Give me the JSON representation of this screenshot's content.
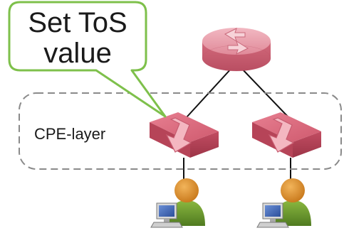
{
  "callout": {
    "line1": "Set ToS",
    "line2": "value"
  },
  "layer": {
    "label": "CPE-layer"
  },
  "icons": {
    "router": "router-icon",
    "switches": [
      "switch-icon-left",
      "switch-icon-right"
    ],
    "users": [
      "user-workstation-icon-left",
      "user-workstation-icon-right"
    ]
  },
  "colors": {
    "callout_border": "#7ec04b",
    "device_pink": "#d9677a",
    "device_dark": "#b8485b",
    "user_orange": "#d98c1a",
    "user_green": "#5e8a2a",
    "dashed_border": "#8a8a8a"
  }
}
